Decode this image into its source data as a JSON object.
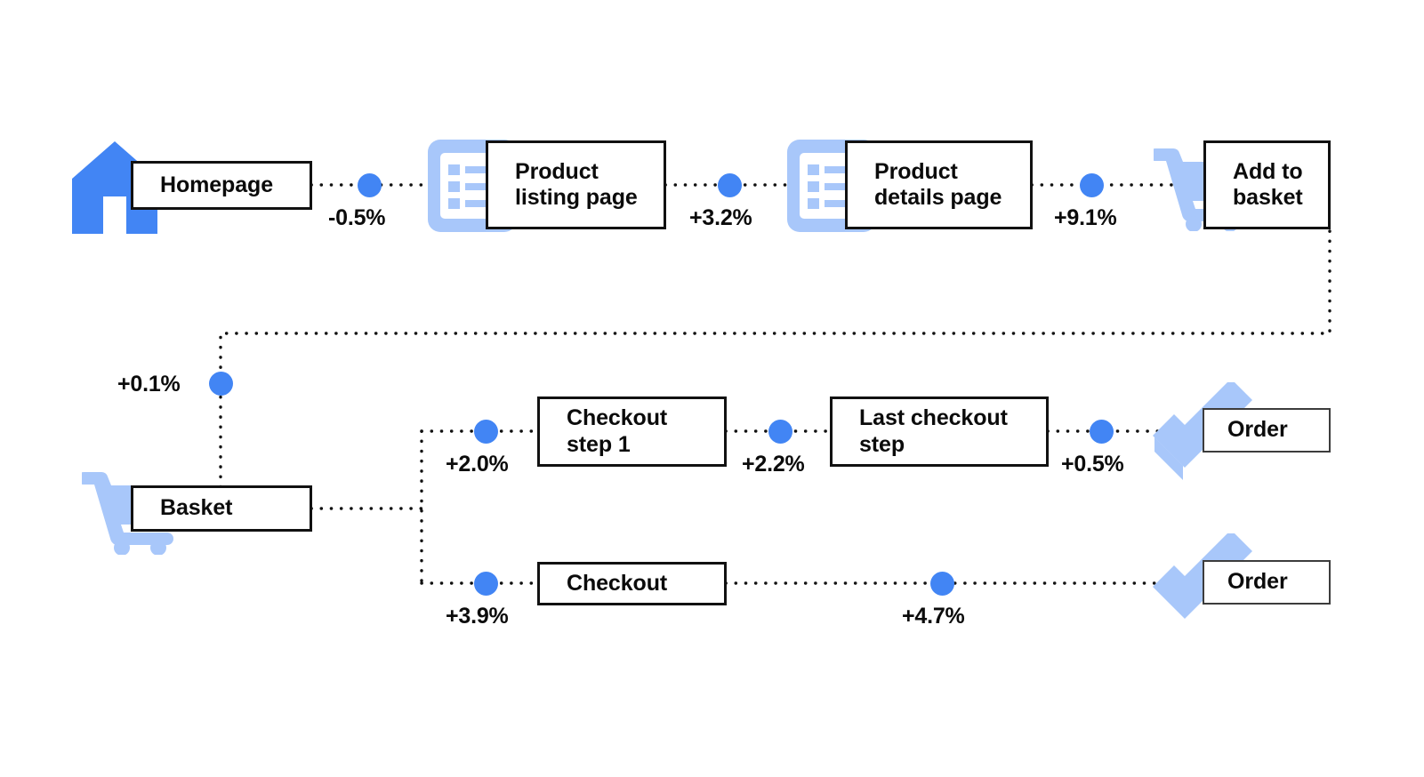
{
  "diagram": {
    "title": "Ecommerce conversion funnel with step-over-step deltas",
    "colors": {
      "accent_dot": "#4285f4",
      "icon_strong": "#4285f4",
      "icon_soft": "#a8c7fa",
      "box_border": "#111111",
      "box_border_thin": "#3c3c3c",
      "text": "#0b0b0b",
      "background": "#ffffff",
      "wire": "#111111"
    },
    "nodes": [
      {
        "id": "homepage",
        "label": "Homepage",
        "icon": "home-icon"
      },
      {
        "id": "product-listing",
        "label": "Product\nlisting page",
        "icon": "list-page-icon"
      },
      {
        "id": "product-details",
        "label": "Product\ndetails page",
        "icon": "list-page-icon"
      },
      {
        "id": "add-to-basket",
        "label": "Add to\nbasket",
        "icon": "shopping-cart-icon"
      },
      {
        "id": "basket",
        "label": "Basket",
        "icon": "shopping-cart-icon"
      },
      {
        "id": "checkout-step-1",
        "label": "Checkout\nstep 1",
        "icon": "none"
      },
      {
        "id": "last-checkout-step",
        "label": "Last checkout\nstep",
        "icon": "none"
      },
      {
        "id": "order-top",
        "label": "Order",
        "icon": "check-icon"
      },
      {
        "id": "checkout",
        "label": "Checkout",
        "icon": "none"
      },
      {
        "id": "order-bottom",
        "label": "Order",
        "icon": "check-icon"
      }
    ],
    "deltas": [
      {
        "id": "d-home-to-listing",
        "value": "-0.5%",
        "from": "homepage",
        "to": "product-listing"
      },
      {
        "id": "d-listing-to-details",
        "value": "+3.2%",
        "from": "product-listing",
        "to": "product-details"
      },
      {
        "id": "d-details-to-basket",
        "value": "+9.1%",
        "from": "product-details",
        "to": "add-to-basket"
      },
      {
        "id": "d-basket-entry",
        "value": "+0.1%",
        "from": "add-to-basket",
        "to": "basket"
      },
      {
        "id": "d-basket-to-step1",
        "value": "+2.0%",
        "from": "basket",
        "to": "checkout-step-1"
      },
      {
        "id": "d-step1-to-last",
        "value": "+2.2%",
        "from": "checkout-step-1",
        "to": "last-checkout-step"
      },
      {
        "id": "d-last-to-order",
        "value": "+0.5%",
        "from": "last-checkout-step",
        "to": "order-top"
      },
      {
        "id": "d-basket-to-checkout",
        "value": "+3.9%",
        "from": "basket",
        "to": "checkout"
      },
      {
        "id": "d-checkout-to-order",
        "value": "+4.7%",
        "from": "checkout",
        "to": "order-bottom"
      }
    ]
  }
}
